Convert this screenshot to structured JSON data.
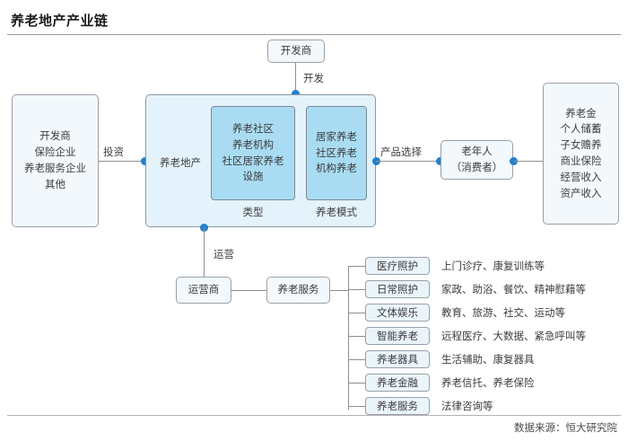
{
  "header": {
    "title": "养老地产产业链",
    "source_note": "数据来源：恒大研究院"
  },
  "nodes": {
    "developer_top": {
      "label": "开发商"
    },
    "investors": {
      "lines": [
        "开发商",
        "保险企业",
        "养老服务企业",
        "其他"
      ]
    },
    "core": {
      "label": "养老地产",
      "type_group": {
        "caption": "类型",
        "lines": [
          "养老社区",
          "养老机构",
          "社区居家养老",
          "设施"
        ]
      },
      "mode_group": {
        "caption": "养老模式",
        "lines": [
          "居家养老",
          "社区养老",
          "机构养老"
        ]
      }
    },
    "consumer": {
      "line1": "老年人",
      "line2": "（消费者）"
    },
    "funding": {
      "lines": [
        "养老金",
        "个人储蓄",
        "子女赡养",
        "商业保险",
        "经营收入",
        "资产收入"
      ]
    },
    "operator": {
      "label": "运营商"
    },
    "elderly_service": {
      "label": "养老服务"
    }
  },
  "edges": {
    "develop": "开发",
    "invest": "投资",
    "product_choice": "产品选择",
    "operate": "运营"
  },
  "services": [
    {
      "name": "医疗照护",
      "desc": "上门诊疗、康复训练等"
    },
    {
      "name": "日常照护",
      "desc": "家政、助浴、餐饮、精神慰藉等"
    },
    {
      "name": "文体娱乐",
      "desc": "教育、旅游、社交、运动等"
    },
    {
      "name": "智能养老",
      "desc": "远程医疗、大数据、紧急呼叫等"
    },
    {
      "name": "养老器具",
      "desc": "生活辅助、康复器具"
    },
    {
      "name": "养老金融",
      "desc": "养老信托、养老保险"
    },
    {
      "name": "养老服务",
      "desc": "法律咨询等"
    }
  ],
  "colors": {
    "accent_dot": "#1f7fd0",
    "box_fill": "#eaf4fb",
    "inner_fill": "#a9dcf3",
    "border": "#9aa0a6",
    "line": "#8e8e8e"
  }
}
